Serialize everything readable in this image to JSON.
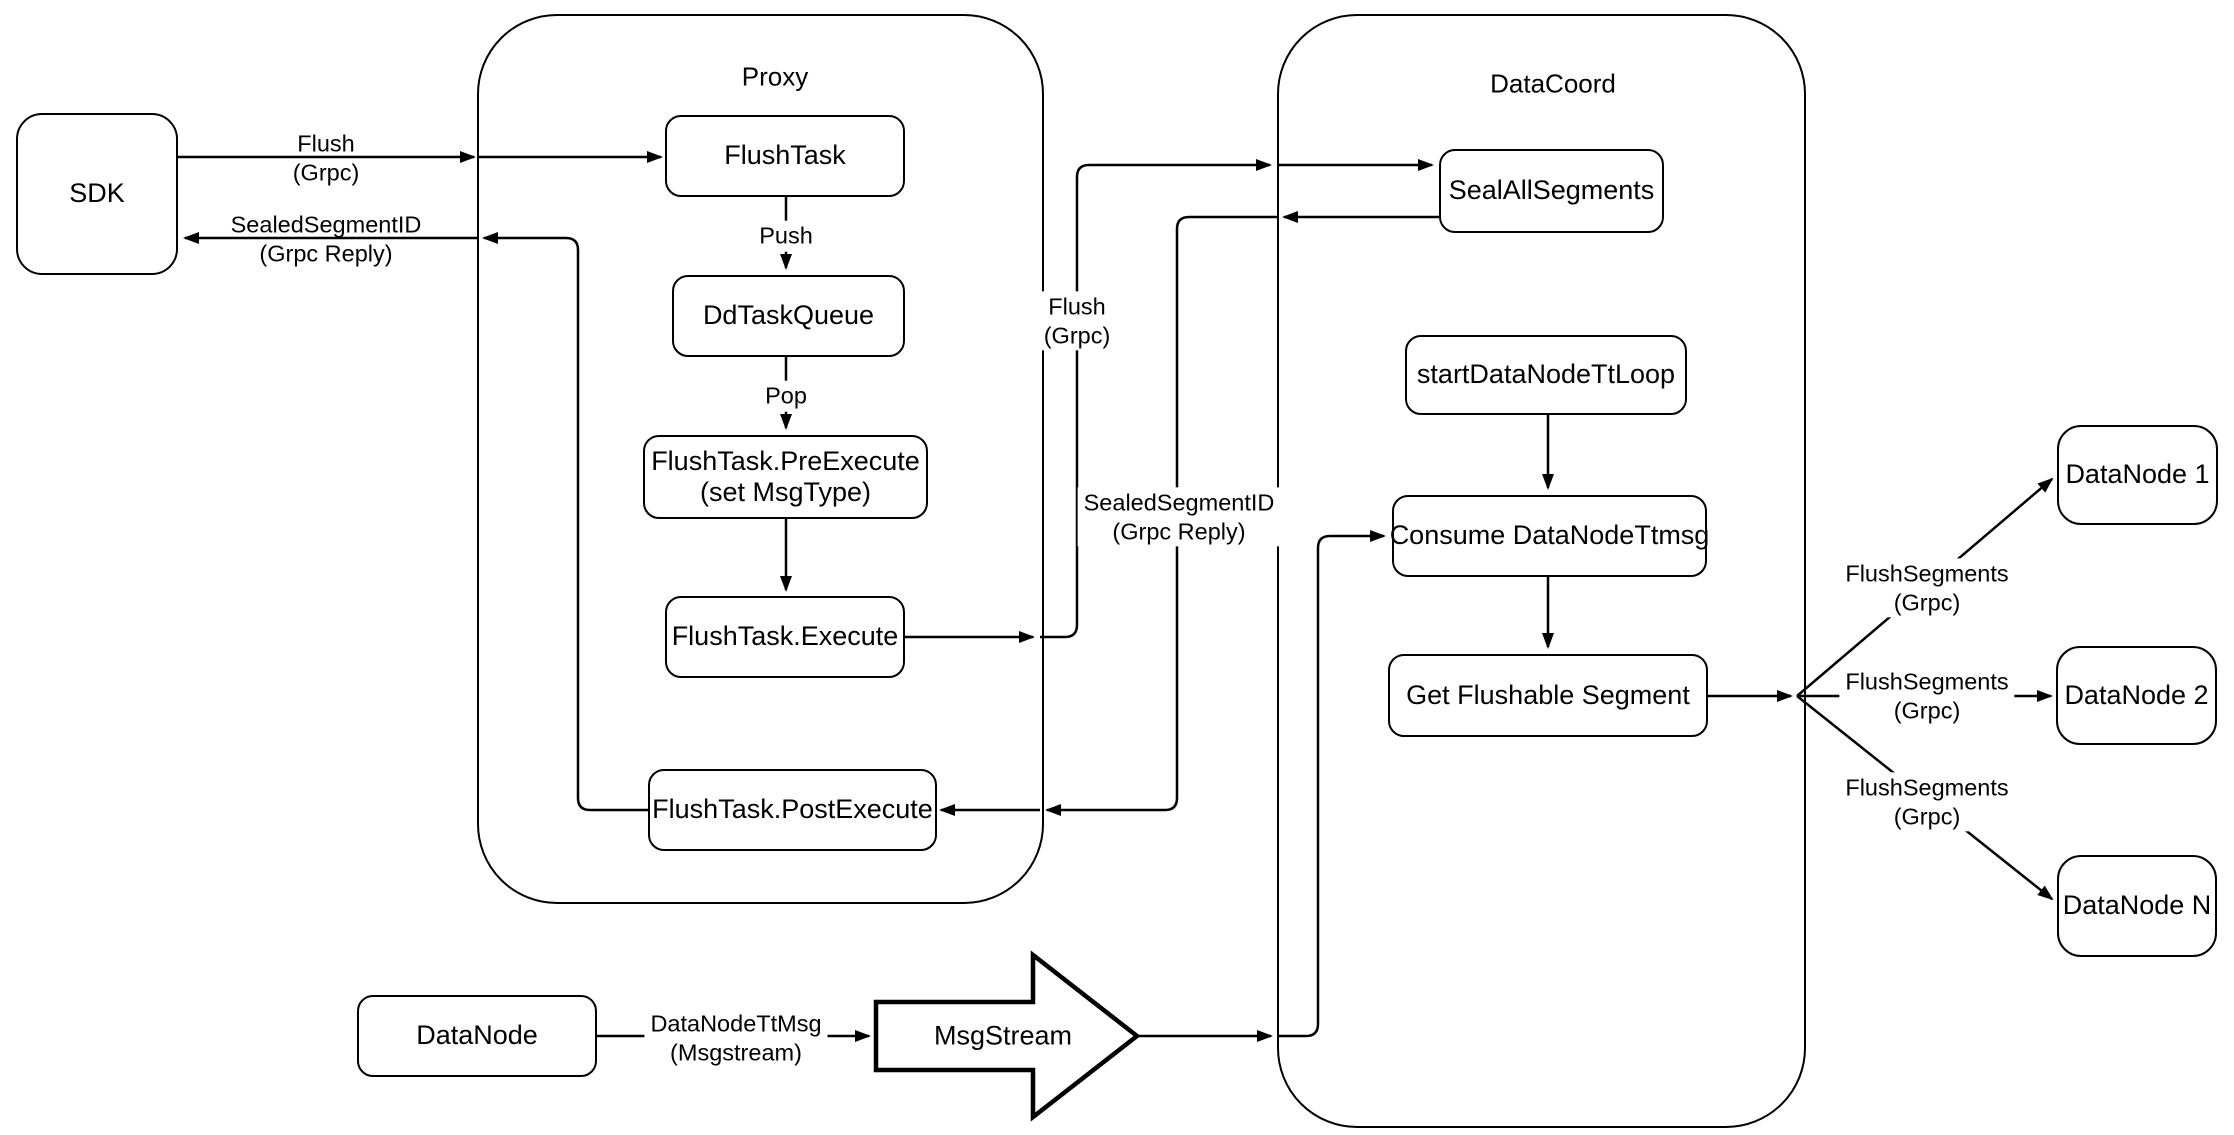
{
  "colors": {
    "stroke": "#000000",
    "background": "#ffffff"
  },
  "containers": {
    "proxy": {
      "title": "Proxy"
    },
    "datacoord": {
      "title": "DataCoord"
    }
  },
  "nodes": {
    "sdk": {
      "label": "SDK"
    },
    "flush_task": {
      "label": "FlushTask"
    },
    "dd_task_queue": {
      "label": "DdTaskQueue"
    },
    "pre_execute": {
      "line1": "FlushTask.PreExecute",
      "line2": "(set MsgType)"
    },
    "execute": {
      "label": "FlushTask.Execute"
    },
    "post_execute": {
      "label": "FlushTask.PostExecute"
    },
    "seal_all_segments": {
      "label": "SealAllSegments"
    },
    "start_datanode_tt_loop": {
      "label": "startDataNodeTtLoop"
    },
    "consume_datanode_ttmsg": {
      "label": "Consume DataNodeTtmsg"
    },
    "get_flushable_segment": {
      "label": "Get Flushable Segment"
    },
    "datanode_1": {
      "label": "DataNode 1"
    },
    "datanode_2": {
      "label": "DataNode 2"
    },
    "datanode_n": {
      "label": "DataNode N"
    },
    "datanode": {
      "label": "DataNode"
    },
    "msgstream": {
      "label": "MsgStream"
    }
  },
  "edge_labels": {
    "flush_sdk": {
      "line1": "Flush",
      "line2": "(Grpc)"
    },
    "sealed_sdk": {
      "line1": "SealedSegmentID",
      "line2": "(Grpc Reply)"
    },
    "push": {
      "label": "Push"
    },
    "pop": {
      "label": "Pop"
    },
    "flush_datacoord": {
      "line1": "Flush",
      "line2": "(Grpc)"
    },
    "sealed_datacoord": {
      "line1": "SealedSegmentID",
      "line2": "(Grpc Reply)"
    },
    "flush_segments_1": {
      "line1": "FlushSegments",
      "line2": "(Grpc)"
    },
    "flush_segments_2": {
      "line1": "FlushSegments",
      "line2": "(Grpc)"
    },
    "flush_segments_3": {
      "line1": "FlushSegments",
      "line2": "(Grpc)"
    },
    "datanode_ttmsg": {
      "line1": "DataNodeTtMsg",
      "line2": "(Msgstream)"
    }
  }
}
